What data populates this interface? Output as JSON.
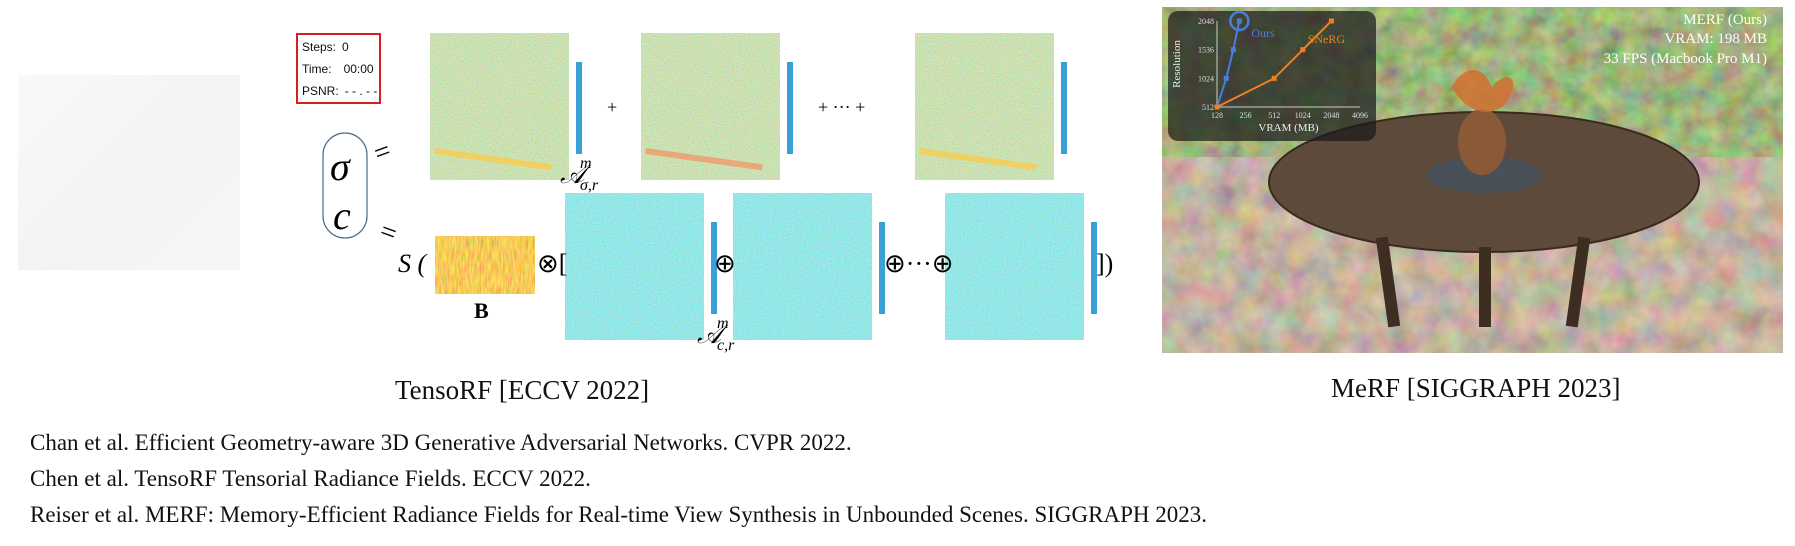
{
  "stats": {
    "steps_label": "Steps:",
    "steps_value": "0",
    "time_label": "Time:",
    "time_value": "00:00",
    "psnr_label": "PSNR:",
    "psnr_value": "- - . - -"
  },
  "tensorf": {
    "sigma": "σ",
    "c": "c",
    "equals": "=",
    "plus": "+",
    "plus_ellipsis": "+ ··· +",
    "S_open": "S (",
    "B_label": "B",
    "otimes_open": "⊗[",
    "oplus": "⊕",
    "oplus_ellipsis": "⊕···⊕",
    "close": "])",
    "A_sigma_base": "𝒜",
    "A_sigma_sup": "m",
    "A_sigma_sub": "σ,r",
    "A_c_base": "𝒜",
    "A_c_sup": "m",
    "A_c_sub": "c,r"
  },
  "merf_overlay": {
    "method": "MERF (Ours)",
    "vram": "VRAM: 198 MB",
    "fps": "33 FPS (Macbook Pro M1)"
  },
  "chart_data": {
    "type": "line",
    "xlabel": "VRAM (MB)",
    "ylabel": "Resolution",
    "x_ticks": [
      "128",
      "256",
      "512",
      "1024",
      "2048",
      "4096"
    ],
    "y_ticks": [
      "512",
      "1024",
      "1536",
      "2048"
    ],
    "series": [
      {
        "name": "Ours",
        "color": "#4a7de0",
        "x": [
          128,
          160,
          190,
          220
        ],
        "y": [
          512,
          1024,
          1536,
          2048
        ]
      },
      {
        "name": "SNeRG",
        "color": "#f08020",
        "x": [
          128,
          512,
          1024,
          2048
        ],
        "y": [
          512,
          1024,
          1536,
          2048
        ]
      }
    ]
  },
  "captions": {
    "tensorf": "TensoRF [ECCV 2022]",
    "merf": "MeRF [SIGGRAPH 2023]"
  },
  "references": [
    "Chan et al. Efficient Geometry-aware 3D Generative Adversarial Networks. CVPR 2022.",
    "Chen et al. TensoRF Tensorial Radiance Fields. ECCV 2022.",
    "Reiser et al. MERF: Memory-Efficient Radiance Fields for Real-time View Synthesis in Unbounded Scenes. SIGGRAPH 2023."
  ]
}
